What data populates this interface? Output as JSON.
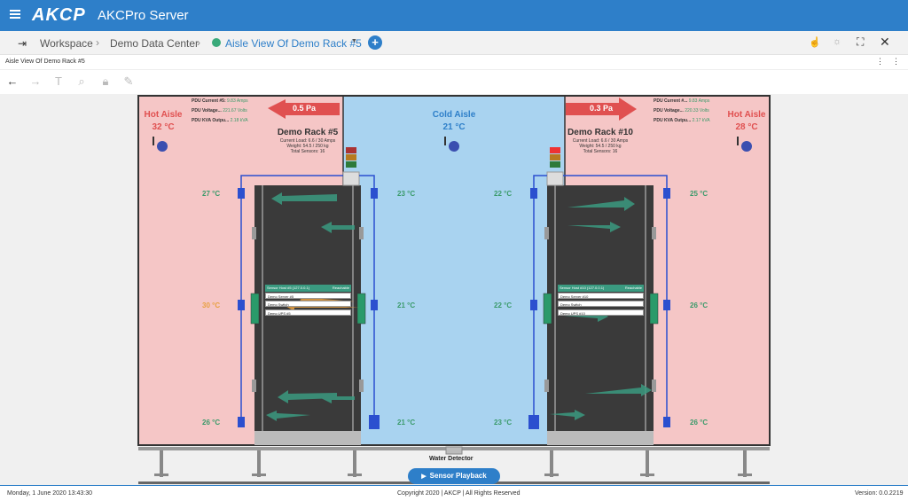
{
  "app": {
    "logo": "AKCP",
    "title": "AKCPro Server"
  },
  "breadcrumb": {
    "workspace": "Workspace",
    "datacenter": "Demo Data Center",
    "current": "Aisle View Of Demo Rack #5"
  },
  "panel": {
    "title": "Aisle View Of Demo Rack #5"
  },
  "aisles": {
    "hot_left": {
      "label": "Hot Aisle",
      "temp": "32 °C"
    },
    "cold": {
      "label": "Cold Aisle",
      "temp": "21 °C"
    },
    "hot_right": {
      "label": "Hot Aisle",
      "temp": "28 °C"
    }
  },
  "pressure": {
    "left": "0.5 Pa",
    "right": "0.3 Pa"
  },
  "pdu_left": {
    "current_label": "PDU Current #5:",
    "current_value": "9.83 Amps",
    "voltage_label": "PDU Voltage...",
    "voltage_value": "221.67 Volts",
    "kva_label": "PDU KVA Outpu...",
    "kva_value": "2.18 kVA"
  },
  "pdu_right": {
    "current_label": "PDU Current #...",
    "current_value": "9.83 Amps",
    "voltage_label": "PDU Voltage...",
    "voltage_value": "220.33 Volts",
    "kva_label": "PDU KVA Outpu...",
    "kva_value": "2.17 kVA"
  },
  "rack_left": {
    "name": "Demo Rack #5",
    "load": "Current Load: 6.6 / 30 Amps",
    "weight": "Weight: 54.5 / 250 kg",
    "sensors": "Total Sensors: 16",
    "host": "Sensor Host #5 (127.0.0.1)",
    "status": "Reachable",
    "devices": [
      "Demo Server #5",
      "Demo Switch",
      "Demo UPS #5"
    ]
  },
  "rack_right": {
    "name": "Demo Rack #10",
    "load": "Current Load: 6.6 / 30 Amps",
    "weight": "Weight: 54.5 / 250 kg",
    "sensors": "Total Sensors: 16",
    "host": "Sensor Host #10 (127.0.0.1)",
    "status": "Reachable",
    "devices": [
      "Demo Server #10",
      "Demo Switch",
      "Demo UPS #10"
    ]
  },
  "temps": {
    "l_out_top": "27 °C",
    "l_out_mid": "30 °C",
    "l_out_bot": "26 °C",
    "l_in_top": "23 °C",
    "l_in_mid": "21 °C",
    "l_in_bot": "21 °C",
    "r_in_top": "22 °C",
    "r_in_mid": "22 °C",
    "r_in_bot": "23 °C",
    "r_out_top": "25 °C",
    "r_out_mid": "26 °C",
    "r_out_bot": "26 °C"
  },
  "water_detector": "Water Detector",
  "playback": "Sensor Playback",
  "status": {
    "datetime": "Monday, 1 June 2020 13:43:30",
    "copyright": "Copyright 2020 | AKCP | All Rights Reserved",
    "version": "Version: 0.0.2219"
  },
  "colors": {
    "brand": "#2e7fc9",
    "hot": "#f5c6c6",
    "cold": "#a9d3f0",
    "ok": "#3a9a6a",
    "warn": "#e8a040",
    "alert": "#e05050"
  }
}
